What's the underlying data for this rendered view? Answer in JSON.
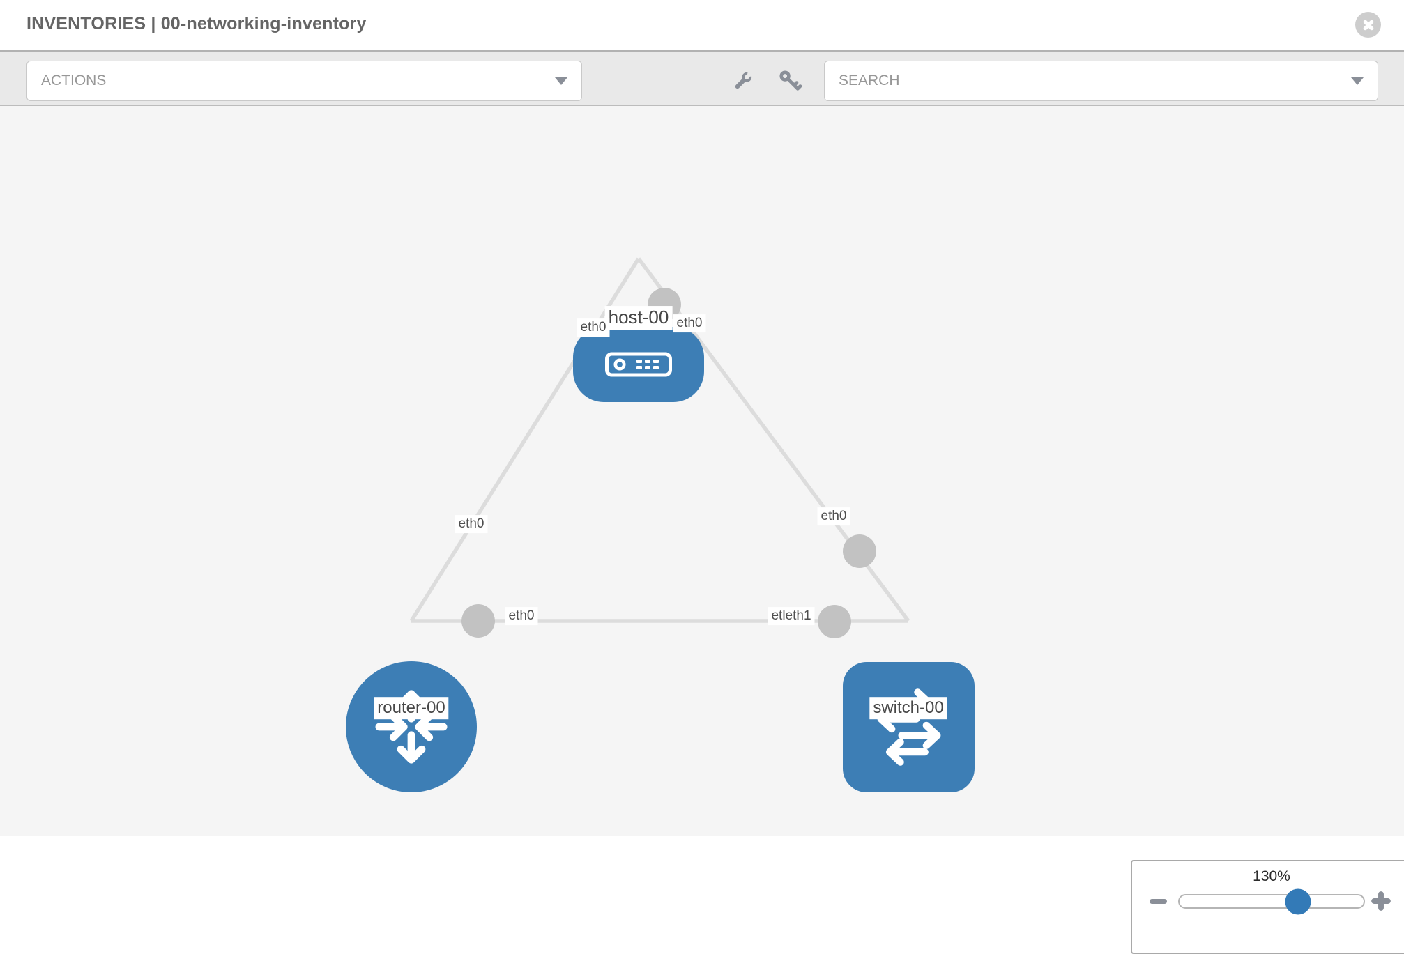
{
  "header": {
    "title": "INVENTORIES | 00-networking-inventory"
  },
  "toolbar": {
    "actions_label": "ACTIONS",
    "search_placeholder": "SEARCH",
    "icons": [
      "wrench-icon",
      "key-icon"
    ]
  },
  "topology": {
    "nodes": [
      {
        "id": "host-00",
        "type": "host",
        "label": "host-00"
      },
      {
        "id": "router-00",
        "type": "router",
        "label": "router-00"
      },
      {
        "id": "switch-00",
        "type": "switch",
        "label": "switch-00"
      }
    ],
    "links": [
      {
        "from": "host-00",
        "to": "router-00"
      },
      {
        "from": "host-00",
        "to": "switch-00"
      },
      {
        "from": "router-00",
        "to": "switch-00"
      }
    ],
    "interface_labels": {
      "host_left": "eth0",
      "host_right": "eth0",
      "router_uplink": "eth0",
      "switch_uplink": "eth0",
      "router_lan": "eth0",
      "switch_lan": "etleth1"
    }
  },
  "zoom_control": {
    "level": "130%"
  },
  "colors": {
    "node_blue": "#3d7eb5",
    "accent_blue": "#337ab7",
    "link_gray": "#dcdcdc",
    "port_gray": "#c2c2c2",
    "toolbar_gray": "#e9e9e9",
    "canvas_gray": "#f5f5f5",
    "icon_gray": "#8a8f98"
  }
}
